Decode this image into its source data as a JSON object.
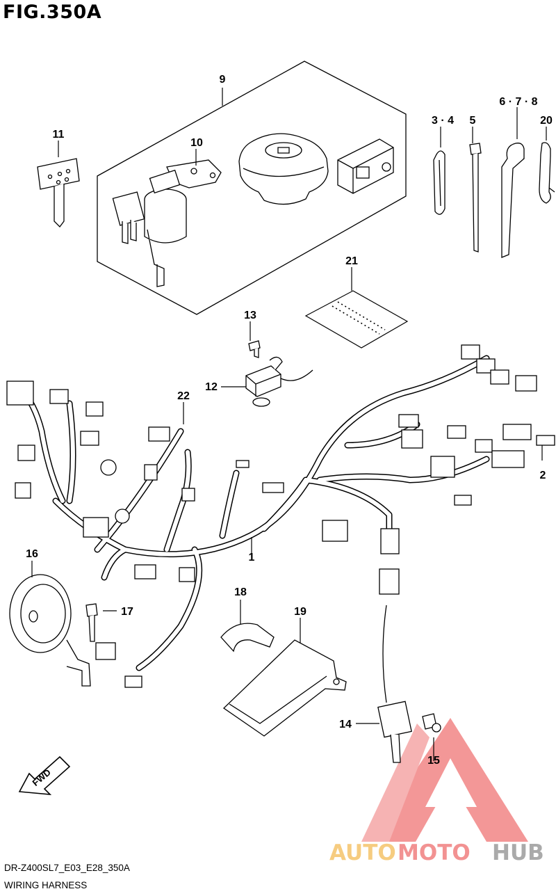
{
  "figure": {
    "title": "FIG.350A",
    "code": "DR-Z400SL7_E03_E28_350A",
    "name": "WIRING HARNESS"
  },
  "callouts": [
    "1",
    "2",
    "3 · 4",
    "5",
    "6 · 7 · 8",
    "9",
    "10",
    "11",
    "12",
    "13",
    "14",
    "15",
    "16",
    "17",
    "18",
    "19",
    "20",
    "21",
    "22"
  ],
  "fwd_label": "FWD",
  "watermark": {
    "part1": "AUTO",
    "part2": "MOTO",
    "part3": "HUB",
    "colors": {
      "auto": "#f5c46b",
      "moto": "#f08080",
      "hub": "#9c9c9c",
      "logo": "#ef6f6f"
    }
  }
}
